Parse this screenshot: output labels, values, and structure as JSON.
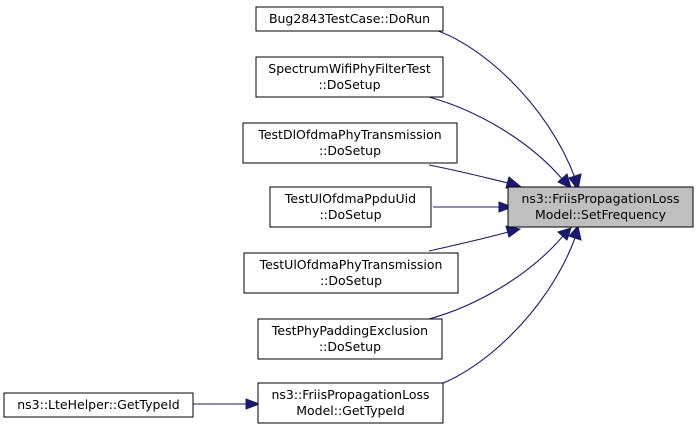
{
  "graph": {
    "target": {
      "id": "target",
      "line1": "ns3::FriisPropagationLoss",
      "line2": "Model::SetFrequency"
    },
    "callers": [
      {
        "id": "bug2843",
        "line1": "Bug2843TestCase::DoRun",
        "line2": ""
      },
      {
        "id": "spectrum",
        "line1": "SpectrumWifiPhyFilterTest",
        "line2": "::DoSetup"
      },
      {
        "id": "dlofdma",
        "line1": "TestDlOfdmaPhyTransmission",
        "line2": "::DoSetup"
      },
      {
        "id": "ulppdu",
        "line1": "TestUlOfdmaPpduUid",
        "line2": "::DoSetup"
      },
      {
        "id": "ulofdma",
        "line1": "TestUlOfdmaPhyTransmission",
        "line2": "::DoSetup"
      },
      {
        "id": "padding",
        "line1": "TestPhyPaddingExclusion",
        "line2": "::DoSetup"
      },
      {
        "id": "gettypeid",
        "line1": "ns3::FriisPropagationLoss",
        "line2": "Model::GetTypeId"
      }
    ],
    "outer_caller": {
      "id": "ltehelper",
      "line1": "ns3::LteHelper::GetTypeId",
      "line2": ""
    }
  },
  "colors": {
    "edge": "#191970",
    "target_fill": "#bfbfbf",
    "node_fill": "#ffffff"
  }
}
